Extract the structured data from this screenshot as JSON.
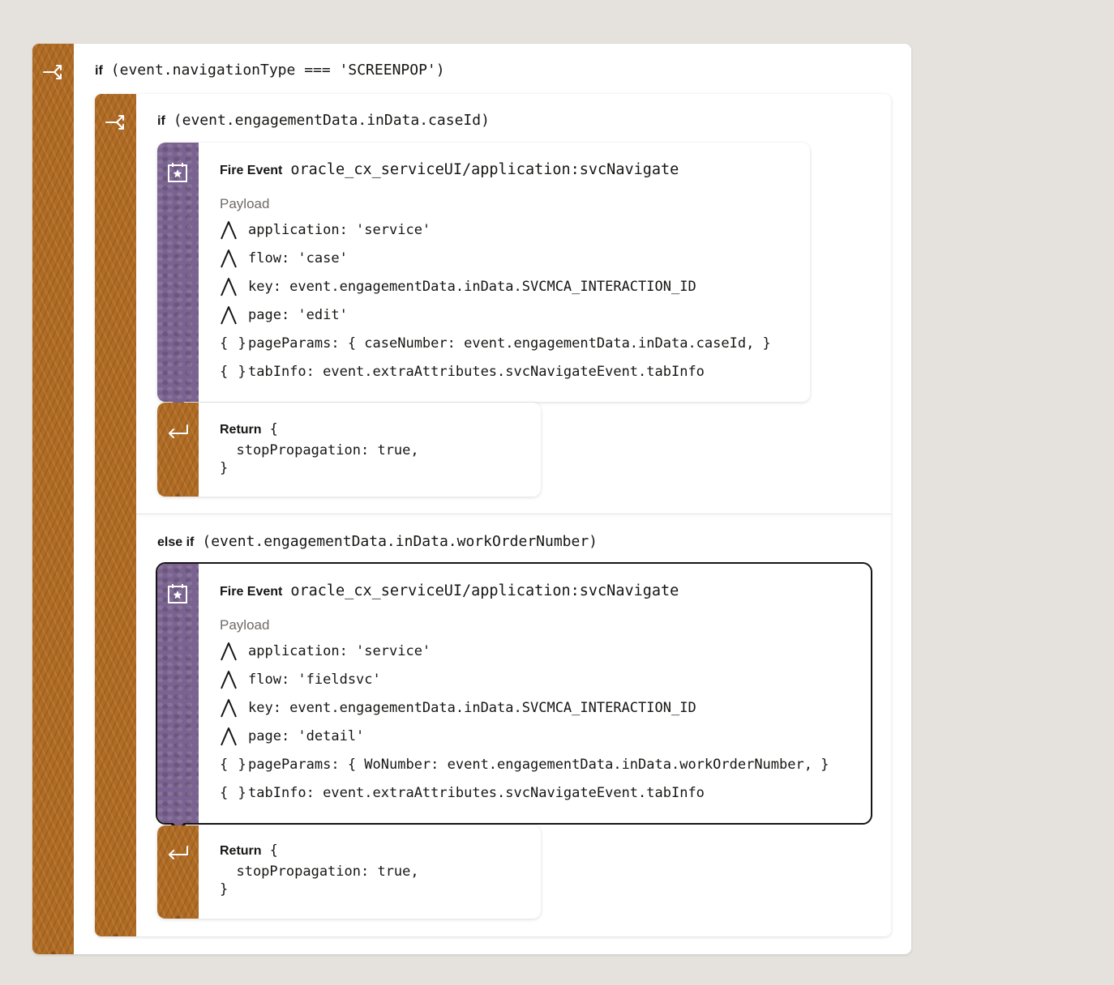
{
  "outer_if": {
    "keyword": "if",
    "condition": "(event.navigationType === 'SCREENPOP')"
  },
  "inner_if": {
    "keyword": "if",
    "condition": "(event.engagementData.inData.caseId)"
  },
  "else_if": {
    "keyword": "else if",
    "condition": "(event.engagementData.inData.workOrderNumber)"
  },
  "fire_event_1": {
    "keyword": "Fire Event",
    "event_name": "oracle_cx_serviceUI/application:svcNavigate",
    "payload_label": "Payload",
    "rows": [
      {
        "icon": "string-icon",
        "text": "application: 'service'"
      },
      {
        "icon": "string-icon",
        "text": "flow: 'case'"
      },
      {
        "icon": "string-icon",
        "text": "key: event.engagementData.inData.SVCMCA_INTERACTION_ID"
      },
      {
        "icon": "string-icon",
        "text": "page: 'edit'"
      },
      {
        "icon": "object-icon",
        "text": "pageParams: { caseNumber: event.engagementData.inData.caseId, }"
      },
      {
        "icon": "object-icon",
        "text": "tabInfo: event.extraAttributes.svcNavigateEvent.tabInfo"
      }
    ]
  },
  "return_1": {
    "keyword": "Return",
    "brace_open": "{",
    "body": "  stopPropagation: true,\n}"
  },
  "fire_event_2": {
    "keyword": "Fire Event",
    "event_name": "oracle_cx_serviceUI/application:svcNavigate",
    "payload_label": "Payload",
    "rows": [
      {
        "icon": "string-icon",
        "text": "application: 'service'"
      },
      {
        "icon": "string-icon",
        "text": "flow: 'fieldsvc'"
      },
      {
        "icon": "string-icon",
        "text": "key: event.engagementData.inData.SVCMCA_INTERACTION_ID"
      },
      {
        "icon": "string-icon",
        "text": "page: 'detail'"
      },
      {
        "icon": "object-icon",
        "text": "pageParams: { WoNumber: event.engagementData.inData.workOrderNumber, }"
      },
      {
        "icon": "object-icon",
        "text": "tabInfo: event.extraAttributes.svcNavigateEvent.tabInfo"
      }
    ]
  },
  "return_2": {
    "keyword": "Return",
    "brace_open": "{",
    "body": "  stopPropagation: true,\n}"
  },
  "symbols": {
    "string": "A",
    "object": "{ }"
  },
  "colors": {
    "if_rail": "#b06c25",
    "event_rail": "#7a6390",
    "background": "#e5e1dd",
    "selected_border": "#161513"
  }
}
